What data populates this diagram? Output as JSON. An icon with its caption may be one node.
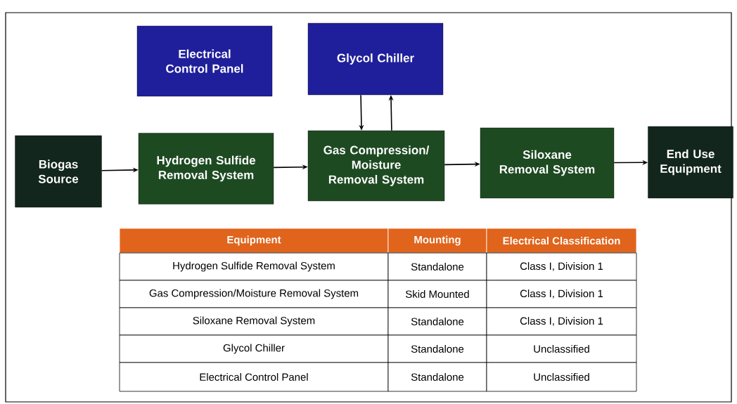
{
  "diagram": {
    "nodes": [
      {
        "text": [
          "Electrical Control Panel"
        ]
      },
      {
        "text": [
          "Glycol Chiller"
        ]
      },
      {
        "text": [
          "Biogas Source"
        ]
      },
      {
        "text": [
          "Hydrogen Sulfide Removal System"
        ]
      },
      {
        "text": [
          "Gas Compression/ Moisture Removal System"
        ]
      },
      {
        "text": [
          "Siloxane Removal System"
        ]
      },
      {
        "text": [
          "End Use Equipment"
        ]
      }
    ],
    "edges": [
      {
        "from": 2,
        "to": 3,
        "arrow": "to"
      },
      {
        "from": 3,
        "to": 4,
        "arrow": "to"
      },
      {
        "from": 4,
        "to": 5,
        "arrow": "to"
      },
      {
        "from": 5,
        "to": 6,
        "arrow": "to"
      },
      {
        "from": 1,
        "to": 4,
        "arrow": "to"
      },
      {
        "from": 4,
        "to": 1,
        "arrow": "to"
      }
    ],
    "labels": [
      "Equipment",
      "Mounting",
      "Electrical Classification",
      "Hydrogen Sulfide Removal System",
      "Standalone",
      "Class I, Division 1",
      "Gas Compression/Moisture Removal System",
      "Skid Mounted",
      "Class I, Division 1",
      "Siloxane Removal System",
      "Standalone",
      "Class I, Division 1",
      "Glycol Chiller",
      "Standalone",
      "Unclassified",
      "Electrical Control Panel",
      "Standalone",
      "Unclassified"
    ]
  }
}
